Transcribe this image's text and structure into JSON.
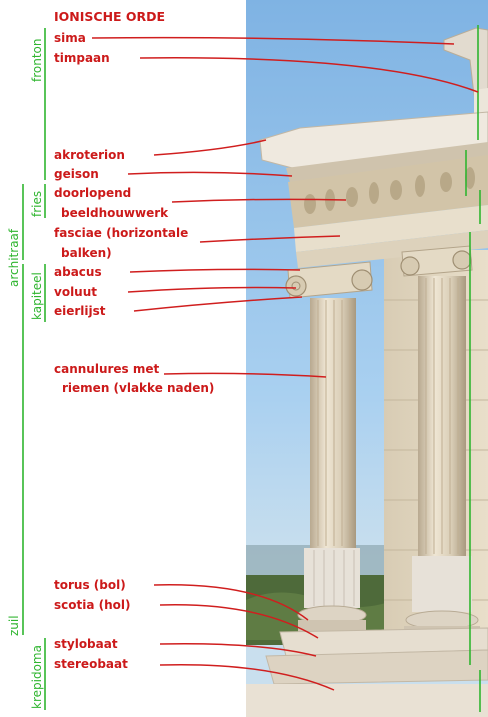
{
  "title": "IONISCHE ORDE",
  "labels": {
    "sima": "sima",
    "timpaan": "timpaan",
    "akroterion": "akroterion",
    "geison": "geison",
    "doorlopend_1": "doorlopend",
    "doorlopend_2": "beeldhouwwerk",
    "fasciae_1": "fasciae (horizontale",
    "fasciae_2": "balken)",
    "abacus": "abacus",
    "voluut": "voluut",
    "eierlijst": "eierlijst",
    "cannulures_1": "cannulures met",
    "cannulures_2": "riemen (vlakke naden)",
    "torus": "torus (bol)",
    "scotia": "scotia (hol)",
    "stylobaat": "stylobaat",
    "stereobaat": "stereobaat"
  },
  "groups": {
    "fronton": "fronton",
    "fries": "fries",
    "architraaf": "architraaf",
    "kapiteel": "kapiteel",
    "zuil": "zuil",
    "krepidoma": "krepidoma"
  },
  "colors": {
    "label_red": "#cc1a1a",
    "bracket_green": "#2fb52f",
    "sky": "#9cc7ea",
    "marble": "#e6dccb"
  }
}
